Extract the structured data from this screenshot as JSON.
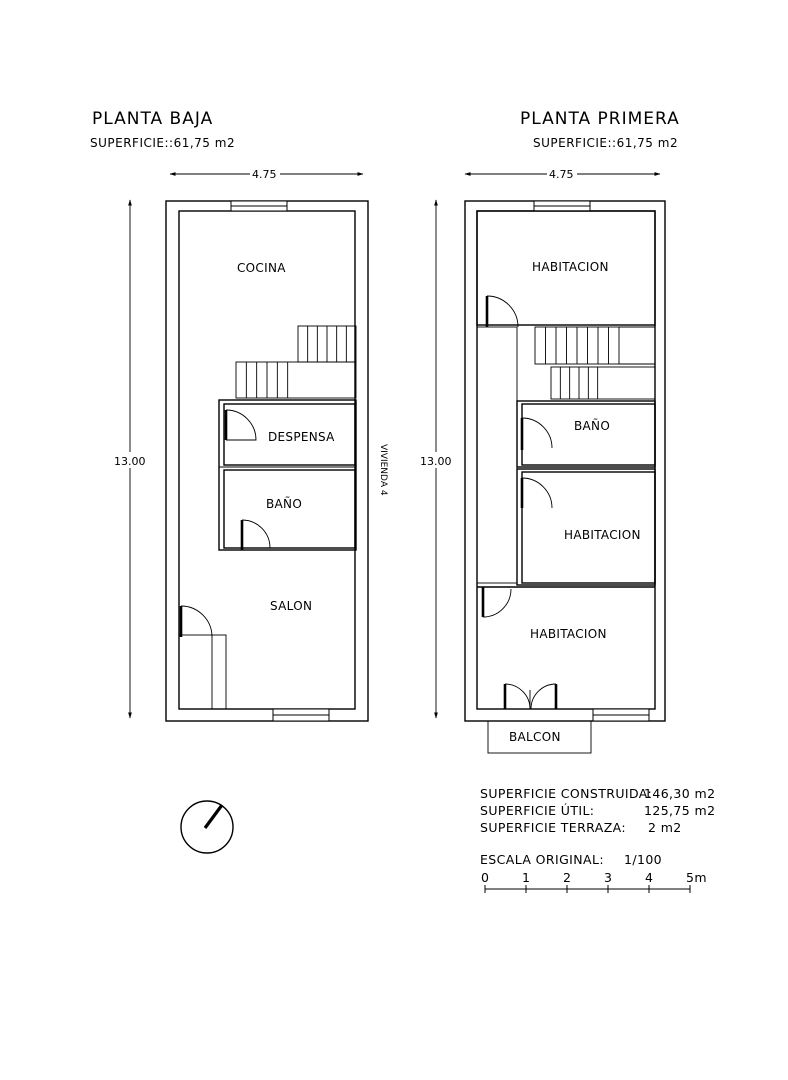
{
  "ground_floor": {
    "title": "PLANTA BAJA",
    "surface": "SUPERFICIE::61,75 m2",
    "width_dim": "4.75",
    "height_dim": "13.00",
    "rooms": {
      "kitchen": "COCINA",
      "pantry": "DESPENSA",
      "bathroom": "BAÑO",
      "living": "SALON"
    }
  },
  "first_floor": {
    "title": "PLANTA PRIMERA",
    "surface": "SUPERFICIE::61,75 m2",
    "width_dim": "4.75",
    "height_dim": "13.00",
    "rooms": {
      "bedroom_top": "HABITACION",
      "bathroom": "BAÑO",
      "bedroom_mid": "HABITACION",
      "bedroom_bottom": "HABITACION",
      "balcony": "BALCON"
    }
  },
  "unit_label": "VIVIENDA 4",
  "summary": {
    "built_label": "SUPERFICIE CONSTRUIDA:",
    "built_value": "146,30 m2",
    "useful_label": "SUPERFICIE ÚTIL:",
    "useful_value": "125,75 m2",
    "terrace_label": "SUPERFICIE TERRAZA:",
    "terrace_value": "2 m2"
  },
  "scale": {
    "label": "ESCALA ORIGINAL:",
    "value": "1/100",
    "ticks": [
      "0",
      "1",
      "2",
      "3",
      "4",
      "5m"
    ]
  },
  "icons": {
    "north": "north-arrow-icon"
  }
}
